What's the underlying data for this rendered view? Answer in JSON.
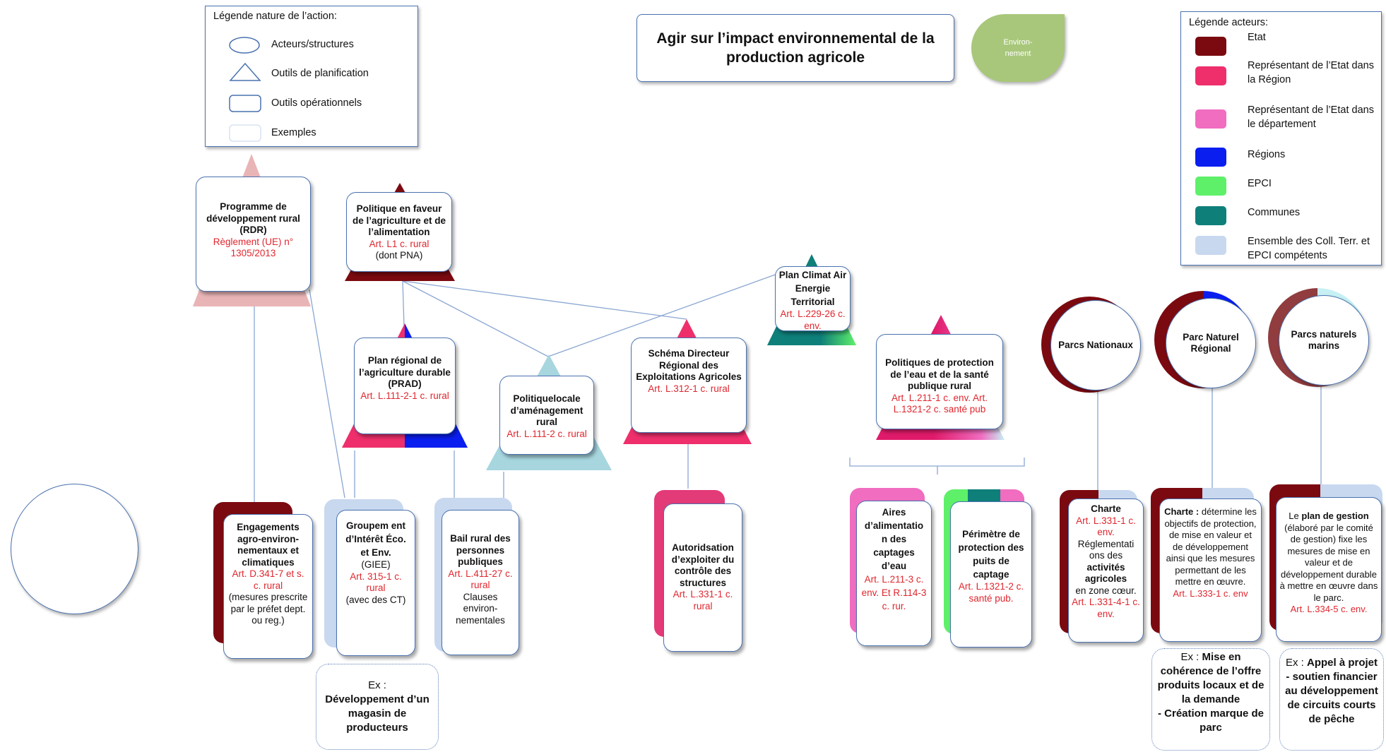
{
  "title": "Agir sur l’impact environnemental de la production agricole",
  "theme_badge": "Environ-\nnement",
  "legend_action": {
    "heading": "Légende nature de l’action:",
    "items": [
      {
        "label": "Acteurs/structures",
        "shape": "ellipse"
      },
      {
        "label": "Outils de planification",
        "shape": "triangle"
      },
      {
        "label": "Outils opérationnels",
        "shape": "rounded-rect"
      },
      {
        "label": "Exemples",
        "shape": "light-rect"
      }
    ]
  },
  "legend_actors": {
    "heading": "Légende acteurs:",
    "items": [
      {
        "label": "Etat",
        "color": "#7b0a10"
      },
      {
        "label": "Représentant de l’Etat dans la Région",
        "color": "#ee2f6b"
      },
      {
        "label": "Représentant de l’Etat dans le département",
        "color": "#f06dc0"
      },
      {
        "label": "Régions",
        "color": "#0a1ef0"
      },
      {
        "label": "EPCI",
        "color": "#5ff06a"
      },
      {
        "label": "Communes",
        "color": "#0f7f7a"
      },
      {
        "label": "Ensemble des Coll. Terr. et EPCI compétents",
        "color": "#c8d8ef"
      }
    ]
  },
  "planning": {
    "rdr": {
      "title": "Programme de développement rural (RDR)",
      "ref": "Règlement (UE) n° 1305/2013"
    },
    "politique_agri": {
      "title": "Politique en faveur de l’agriculture et de l’alimentation",
      "ref": "Art. L1 c. rural",
      "note": "(dont PNA)"
    },
    "pcaet": {
      "title": "Plan Climat Air Energie Territorial",
      "ref": "Art. L.229-26 c. env."
    },
    "prad": {
      "title": "Plan régional de l’agriculture durable (PRAD)",
      "ref": "Art. L.111-2-1 c. rural"
    },
    "politique_locale": {
      "title": "Politiquelocale d’aménagement rural",
      "ref": "Art. L.111-2 c. rural"
    },
    "sdrea": {
      "title": "Schéma Directeur Régional des Exploitations Agricoles",
      "ref": "Art. L.312-1 c. rural"
    },
    "eau": {
      "title": "Politiques de protection de l’eau et de la santé publique rural",
      "ref": "Art. L.211-1 c. env. Art. L.1321-2 c. santé pub"
    }
  },
  "actors": {
    "pn": "Parcs Nationaux",
    "pnr": "Parc Naturel Régional",
    "pnm": "Parcs naturels marins"
  },
  "operational": {
    "maec": {
      "title": "Engagements agro-environ-nementaux et climatiques",
      "ref": "Art. D.341-7 et s. c. rural",
      "note": "(mesures prescrite par le préfet dept. ou reg.)"
    },
    "giee": {
      "title": "Groupem ent d’Intérêt Éco. et Env.",
      "note1": "(GIEE)",
      "ref": "Art. 315-1 c. rural",
      "note2": "(avec des CT)"
    },
    "bail": {
      "title": "Bail rural des personnes publiques",
      "ref": "Art. L.411-27 c. rural",
      "note": "Clauses environ-nementales"
    },
    "autorisation": {
      "title": "Autoridsation d’exploiter du contrôle des structures",
      "ref": "Art. L.331-1 c. rural"
    },
    "aires": {
      "title": "Aires d’alimentatio n des captages d’eau",
      "ref": "Art. L.211-3 c. env. Et R.114-3 c. rur."
    },
    "perimetre": {
      "title": "Périmètre de protection des puits de captage",
      "ref": "Art. L.1321-2 c. santé pub."
    },
    "charte_pn": {
      "title": "Charte",
      "ref1": "Art. L.331-1 c. env.",
      "text1": "Réglementati ons des",
      "bold1": "activités agricoles",
      "text2": "en zone cœur.",
      "ref2": "Art. L.331-4-1 c. env."
    },
    "charte_pnr": {
      "title": "Charte :",
      "text": "détermine les objectifs de protection, de mise en valeur et de développement ainsi que les mesures permettant de les mettre en œuvre.",
      "ref": "Art. L.333-1 c. env"
    },
    "plan_gestion": {
      "text1": "Le",
      "bold": "plan de gestion",
      "text2": "(élaboré par le comité de gestion) fixe les mesures de mise en valeur et de développement durable à mettre en œuvre dans le parc.",
      "ref": "Art. L.334-5 c. env."
    }
  },
  "examples": {
    "giee": {
      "prefix": "Ex :",
      "bold": "Développement d’un magasin de producteurs"
    },
    "pnr": {
      "prefix": "Ex :",
      "bold1": "Mise en cohérence de l’offre produits locaux et de la demande",
      "bold2": "- Création marque de parc"
    },
    "pnm": {
      "prefix": "Ex :",
      "bold": "Appel à projet - soutien financier au développement de circuits courts de pêche"
    }
  }
}
